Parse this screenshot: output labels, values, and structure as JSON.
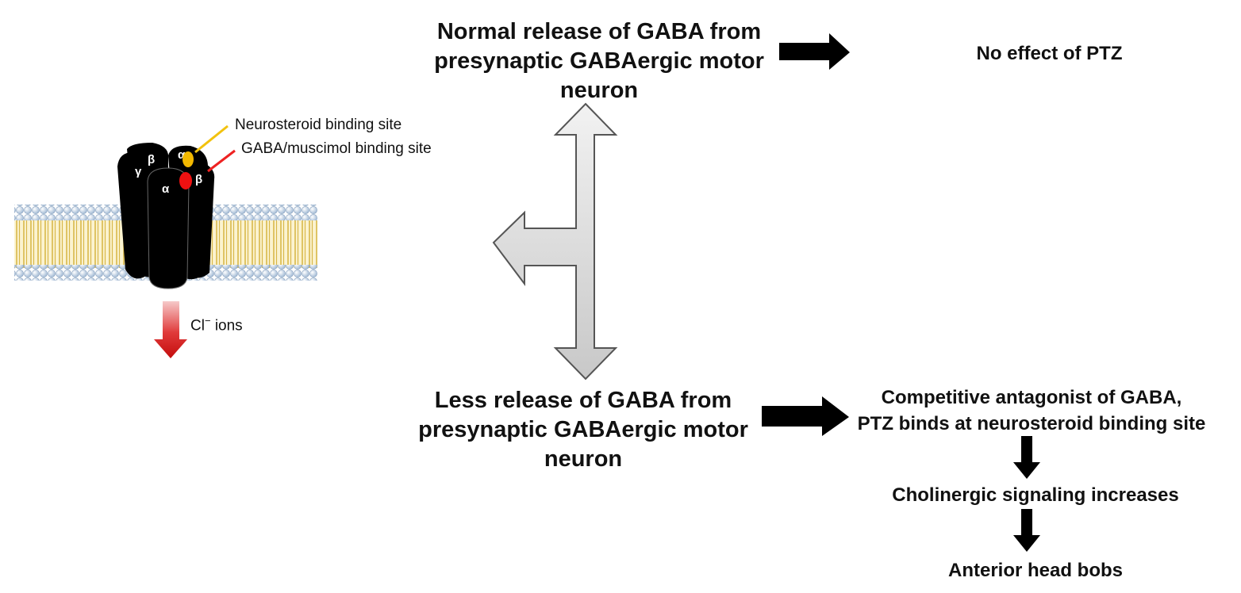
{
  "receptor": {
    "subunit_labels": [
      "γ",
      "β",
      "α",
      "α",
      "β"
    ],
    "neurosteroid_label": "Neurosteroid binding site",
    "gaba_label": "GABA/muscimol binding site",
    "ion_label_prefix": "Cl",
    "ion_label_sup": "−",
    "ion_label_suffix": " ions",
    "colors": {
      "receptor": "#000000",
      "neurosteroid_site": "#f2b800",
      "gaba_site": "#ee1111",
      "membrane_tail": "#e8cf72",
      "membrane_head": "#c9d9ea",
      "ion_arrow": "#d31a1a"
    }
  },
  "flow": {
    "normal_release": [
      "Normal release of GABA from",
      "presynaptic GABAergic motor",
      "neuron"
    ],
    "no_effect": "No effect of PTZ",
    "less_release": [
      "Less release of GABA from",
      "presynaptic GABAergic motor",
      "neuron"
    ],
    "antagonist": [
      "Competitive antagonist of GABA,",
      "PTZ binds at neurosteroid binding site"
    ],
    "cholinergic": "Cholinergic signaling increases",
    "head_bobs": "Anterior head bobs"
  }
}
